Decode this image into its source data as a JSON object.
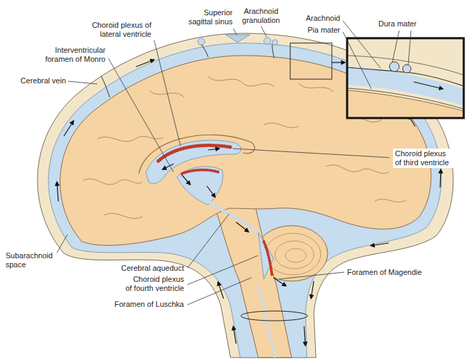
{
  "diagram": {
    "labels": [
      "Superior sagittal sinus",
      "Arachnoid granulation",
      "Choroid plexus of lateral ventricle",
      "Dura mater",
      "Arachnoid",
      "Interventricular foramen of Monro",
      "Pia mater",
      "Cerebral vein",
      "Choroid plexus of third ventricle",
      "Subarachnoid space",
      "Cerebral aqueduct",
      "Choroid plexus of fourth ventricle",
      "Foramen of Magendie",
      "Foramen of Luschka"
    ]
  }
}
